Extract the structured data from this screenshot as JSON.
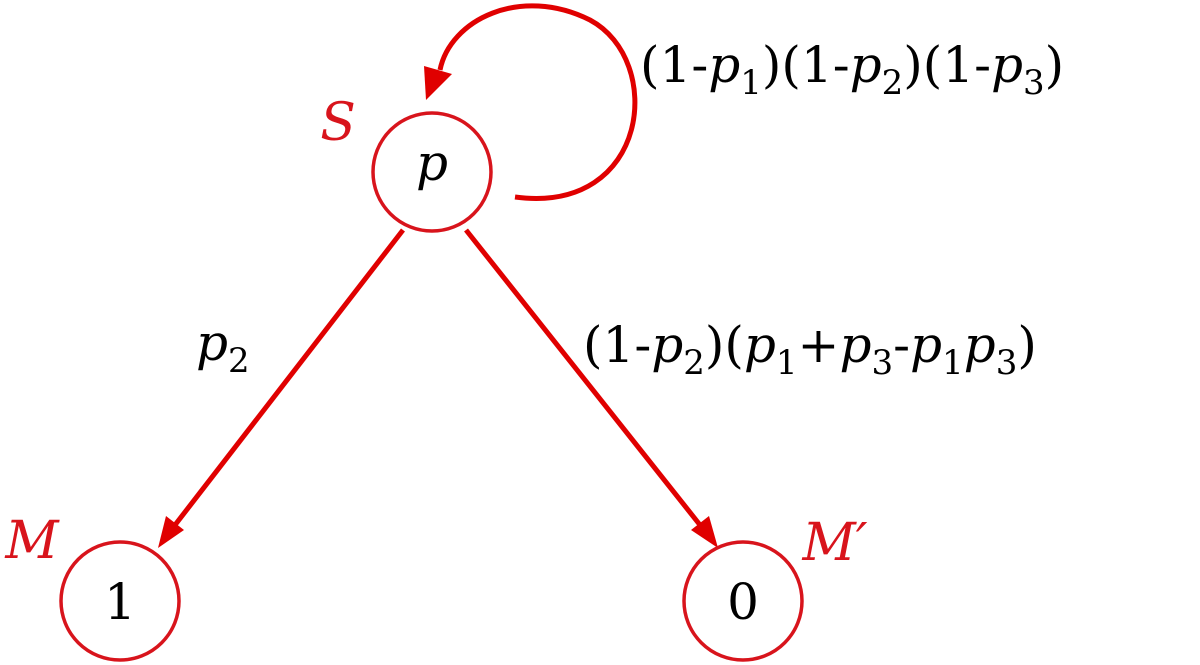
{
  "nodes": {
    "source": {
      "name": "S",
      "value": "p"
    },
    "left": {
      "name": "M",
      "value": "1"
    },
    "right": {
      "name": "M′",
      "value": "0"
    }
  },
  "edges": {
    "self_loop": {
      "label": [
        {
          "t": "(1-"
        },
        {
          "t": "p",
          "i": true
        },
        {
          "t": "1",
          "sub": true
        },
        {
          "t": ")(1-"
        },
        {
          "t": "p",
          "i": true
        },
        {
          "t": "2",
          "sub": true
        },
        {
          "t": ")(1-"
        },
        {
          "t": "p",
          "i": true
        },
        {
          "t": "3",
          "sub": true
        },
        {
          "t": ")"
        }
      ]
    },
    "to_left": {
      "label": [
        {
          "t": "p",
          "i": true
        },
        {
          "t": "2",
          "sub": true
        }
      ]
    },
    "to_right": {
      "label": [
        {
          "t": "(1-"
        },
        {
          "t": "p",
          "i": true
        },
        {
          "t": "2",
          "sub": true
        },
        {
          "t": ")("
        },
        {
          "t": "p",
          "i": true
        },
        {
          "t": "1",
          "sub": true
        },
        {
          "t": "+"
        },
        {
          "t": "p",
          "i": true
        },
        {
          "t": "3",
          "sub": true
        },
        {
          "t": "-"
        },
        {
          "t": "p",
          "i": true
        },
        {
          "t": "1",
          "sub": true
        },
        {
          "t": "p",
          "i": true
        },
        {
          "t": "3",
          "sub": true
        },
        {
          "t": ")"
        }
      ]
    }
  }
}
